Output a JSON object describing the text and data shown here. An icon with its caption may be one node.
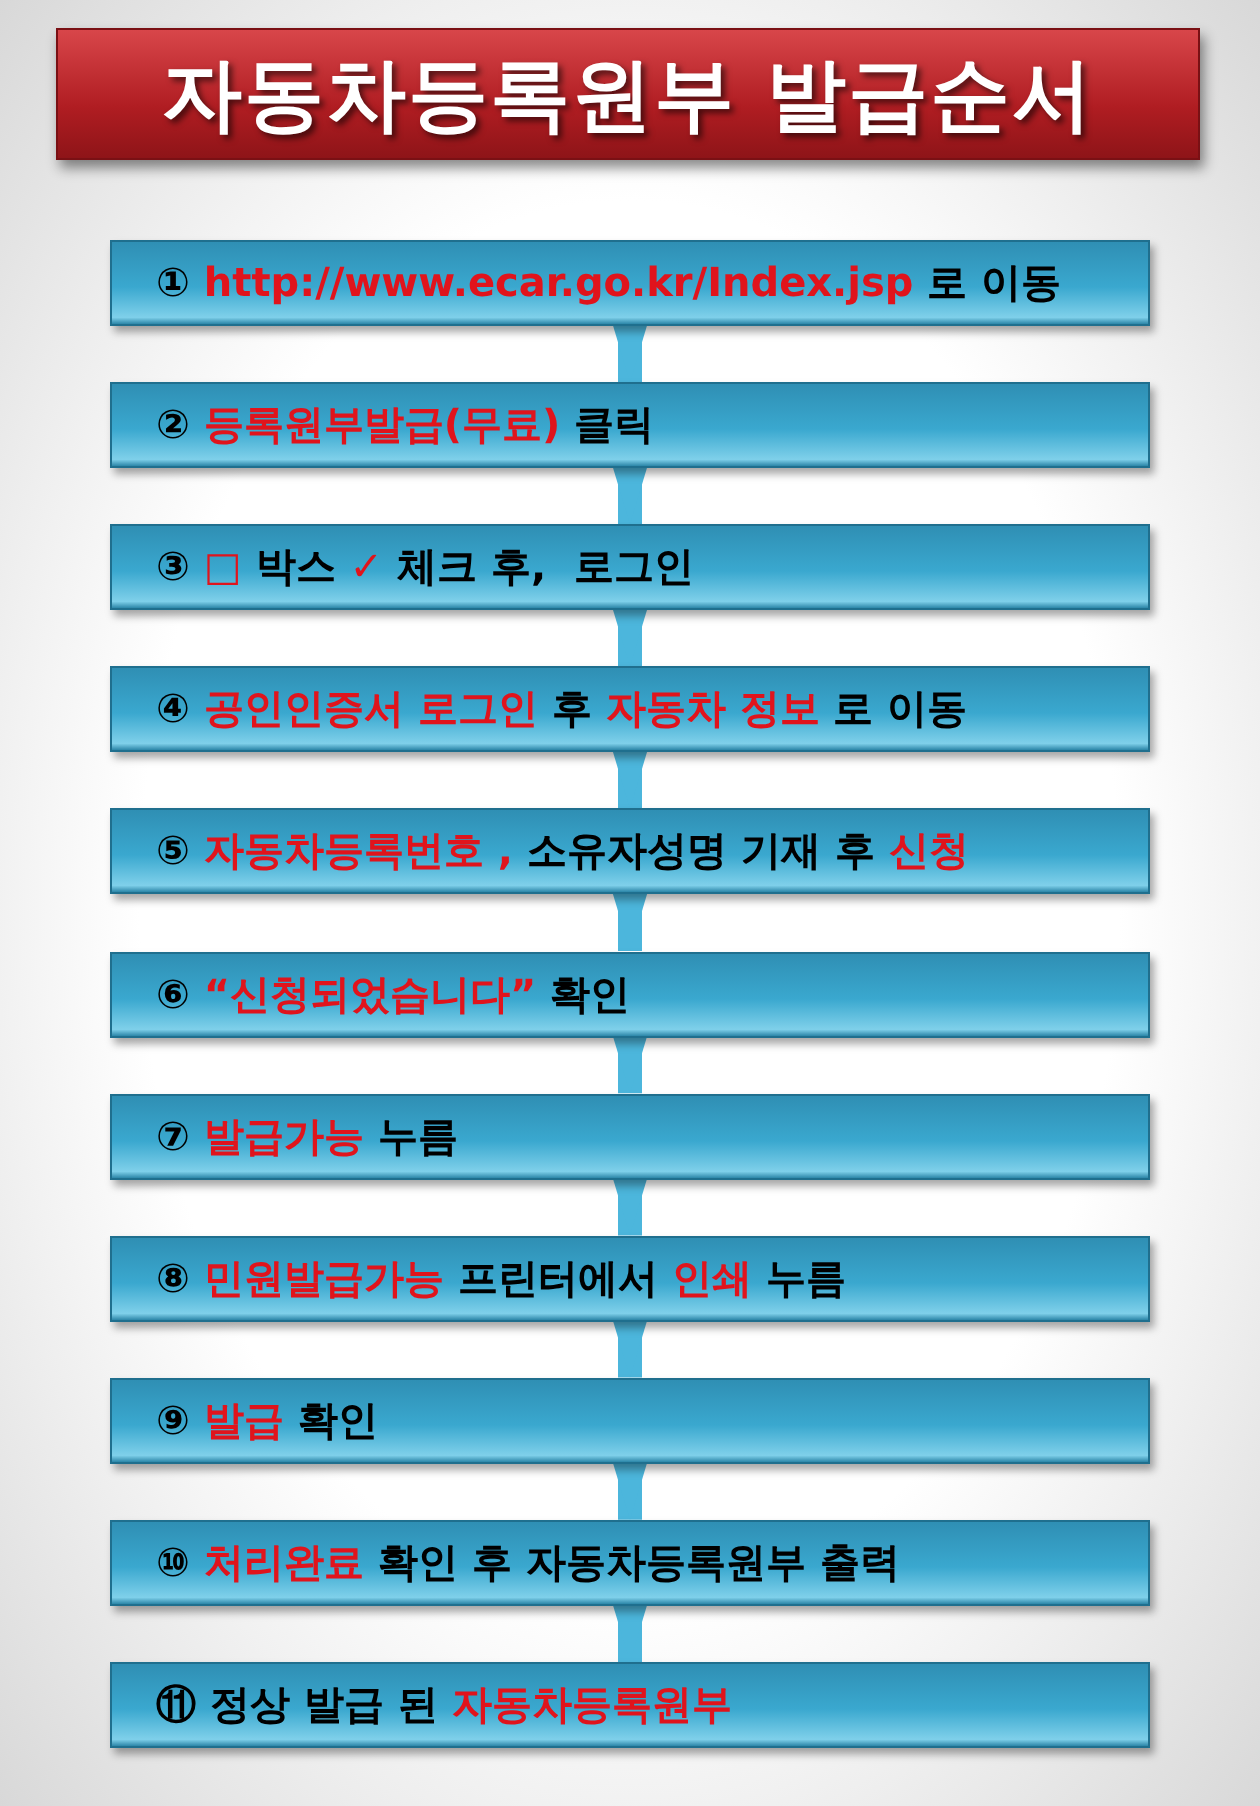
{
  "diagram": {
    "title": "자동차등록원부 발급순서",
    "nodes": [
      {
        "text": [
          "① *http://www.ecar.go.kr/Index.jsp* 로 이동"
        ]
      },
      {
        "text": [
          "② *등록원부발급(무료)* 클릭"
        ]
      },
      {
        "text": [
          "③ *□* 박스 *✓* 체크 후,  로그인"
        ]
      },
      {
        "text": [
          "④ *공인인증서 로그인* 후 *자동차 정보* 로 이동"
        ]
      },
      {
        "text": [
          "⑤ *자동차등록번호 ,* 소유자성명 기재 후 *신청*"
        ]
      },
      {
        "text": [
          "⑥ *“신청되었습니다”* 확인"
        ]
      },
      {
        "text": [
          "⑦ *발급가능* 누름"
        ]
      },
      {
        "text": [
          "⑧ *민원발급가능* 프린터에서 *인쇄* 누름"
        ]
      },
      {
        "text": [
          "⑨ *발급* 확인"
        ]
      },
      {
        "text": [
          "⑩ *처리완료* 확인 후 자동차등록원부 출력"
        ]
      },
      {
        "text": [
          "⑪ 정상 발급 된 *자동차등록원부*"
        ]
      }
    ],
    "edges": [
      {
        "from": 0,
        "to": 1,
        "arrow": "to"
      },
      {
        "from": 1,
        "to": 2,
        "arrow": "to"
      },
      {
        "from": 2,
        "to": 3,
        "arrow": "to"
      },
      {
        "from": 3,
        "to": 4,
        "arrow": "to"
      },
      {
        "from": 4,
        "to": 5,
        "arrow": "to"
      },
      {
        "from": 5,
        "to": 6,
        "arrow": "to"
      },
      {
        "from": 6,
        "to": 7,
        "arrow": "to"
      },
      {
        "from": 7,
        "to": 8,
        "arrow": "to"
      },
      {
        "from": 8,
        "to": 9,
        "arrow": "to"
      },
      {
        "from": 9,
        "to": 10,
        "arrow": "to"
      }
    ]
  }
}
